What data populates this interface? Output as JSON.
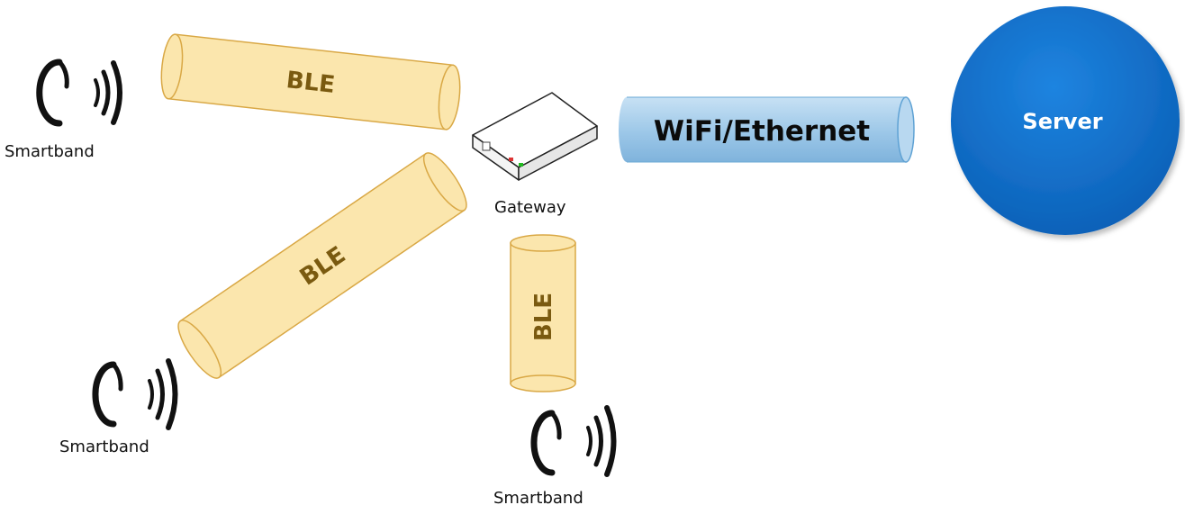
{
  "nodes": {
    "smartband_top": {
      "label": "Smartband"
    },
    "smartband_left": {
      "label": "Smartband"
    },
    "smartband_bottom": {
      "label": "Smartband"
    },
    "gateway": {
      "label": "Gateway"
    },
    "server": {
      "label": "Server"
    }
  },
  "links": {
    "ble_top": {
      "label": "BLE"
    },
    "ble_middle": {
      "label": "BLE"
    },
    "ble_vertical": {
      "label": "BLE"
    },
    "uplink": {
      "label": "WiFi/Ethernet"
    }
  },
  "colors": {
    "ble_fill": "#fbe6ad",
    "ble_stroke": "#d9a845",
    "ble_text": "#7a5a10",
    "wifi_fill": "#9fc9e8",
    "wifi_stroke": "#5fa2d4",
    "server_fill": "#0e6bc8",
    "icon": "#111111"
  },
  "icons": {
    "smartband": "smartband-icon",
    "signal": "signal-waves-icon",
    "gateway": "router-icon"
  }
}
